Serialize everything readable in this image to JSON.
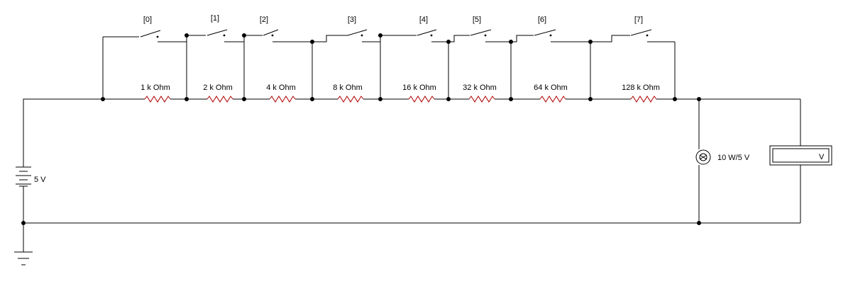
{
  "switches": [
    {
      "label": "[0]"
    },
    {
      "label": "[1]"
    },
    {
      "label": "[2]"
    },
    {
      "label": "[3]"
    },
    {
      "label": "[4]"
    },
    {
      "label": "[5]"
    },
    {
      "label": "[6]"
    },
    {
      "label": "[7]"
    }
  ],
  "resistors": [
    {
      "label": "1 k Ohm"
    },
    {
      "label": "2 k Ohm"
    },
    {
      "label": "4 k Ohm"
    },
    {
      "label": "8 k Ohm"
    },
    {
      "label": "16 k Ohm"
    },
    {
      "label": "32 k Ohm"
    },
    {
      "label": "64 k Ohm"
    },
    {
      "label": "128 k Ohm"
    }
  ],
  "battery": {
    "label": "5 V"
  },
  "lamp": {
    "label": "10 W/5 V"
  },
  "voltmeter": {
    "unit": "V"
  }
}
